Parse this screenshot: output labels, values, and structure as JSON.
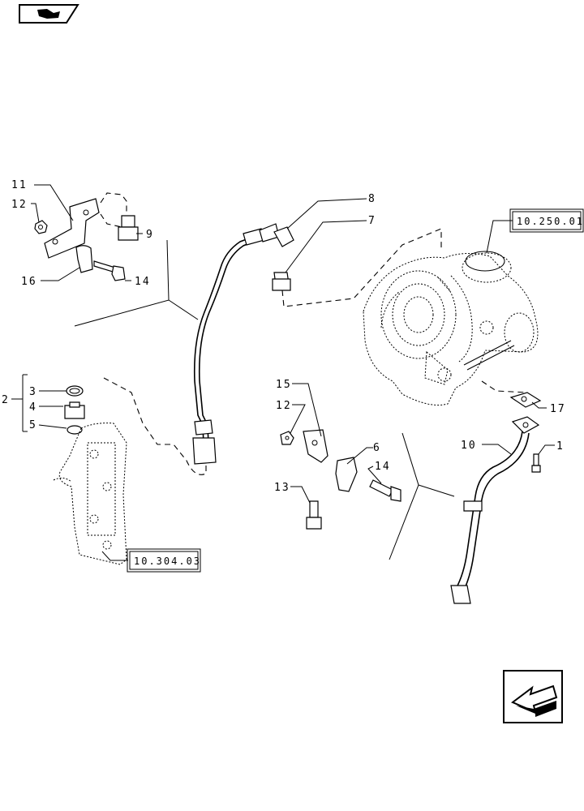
{
  "callouts": {
    "c11": "11",
    "c12a": "12",
    "c16": "16",
    "c14a": "14",
    "c9": "9",
    "c8": "8",
    "c7": "7",
    "c2": "2",
    "c3": "3",
    "c4": "4",
    "c5": "5",
    "c15": "15",
    "c12b": "12",
    "c6": "6",
    "c13": "13",
    "c14b": "14",
    "c17": "17",
    "c10": "10",
    "c1": "1"
  },
  "references": {
    "turbo": "10.250.01",
    "block": "10.304.03"
  },
  "icons": {
    "top_left": "book-page-icon",
    "bottom_right": "previous-arrow-icon"
  }
}
